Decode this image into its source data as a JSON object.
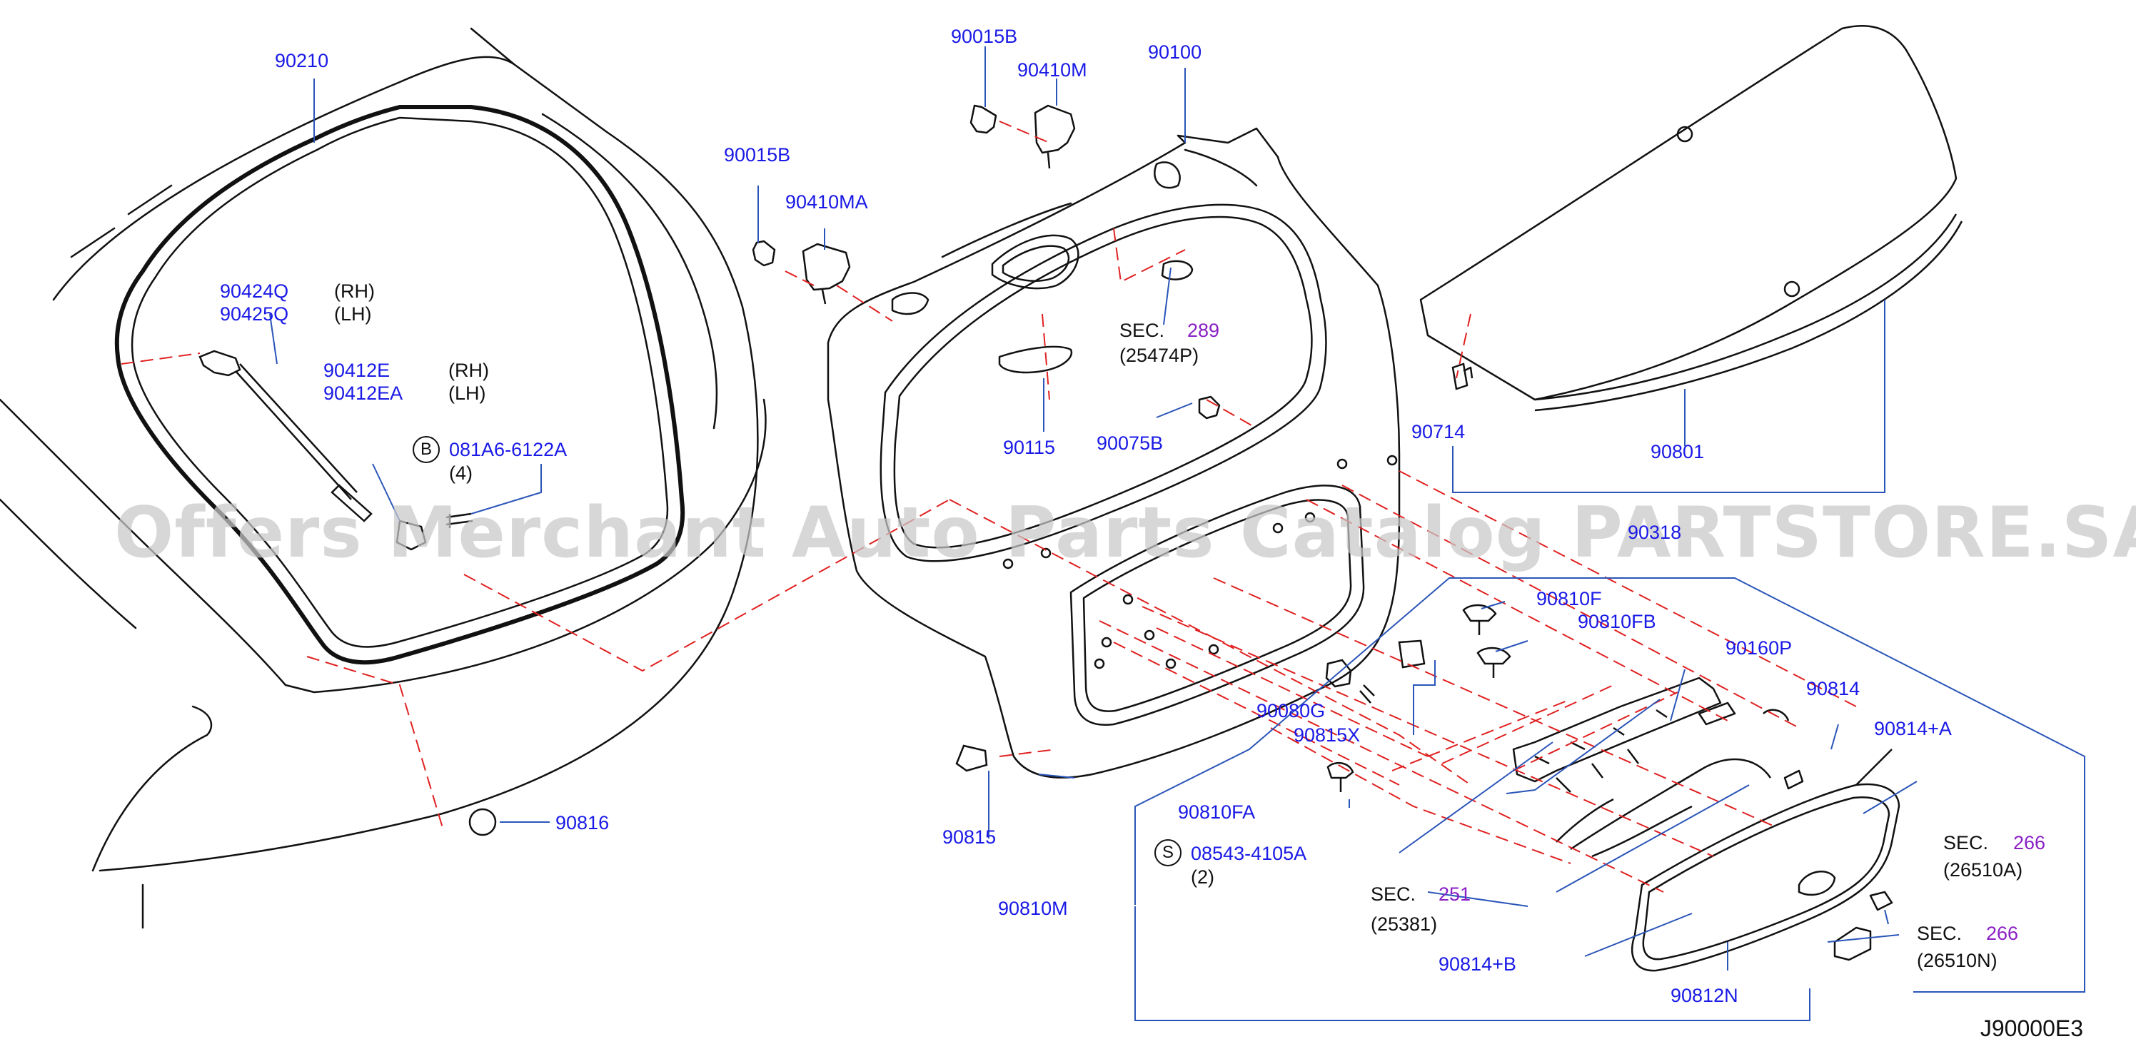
{
  "diagram": {
    "parts": {
      "p90210": "90210",
      "p90015B_a": "90015B",
      "p90410M": "90410M",
      "p90100": "90100",
      "p90015B_b": "90015B",
      "p90410MA": "90410MA",
      "p90424Q": "90424Q",
      "p90425Q": "90425Q",
      "p90412E": "90412E",
      "p90412EA": "90412EA",
      "p081A6": "081A6-6122A",
      "p90115": "90115",
      "p90075B": "90075B",
      "p90714": "90714",
      "p90801": "90801",
      "p90318": "90318",
      "p90810F": "90810F",
      "p90810FB": "90810FB",
      "p90160P": "90160P",
      "p90814": "90814",
      "p90814A": "90814+A",
      "p90080G": "90080G",
      "p90815X": "90815X",
      "p90810FA": "90810FA",
      "p90815": "90815",
      "p08543": "08543-4105A",
      "p90810M": "90810M",
      "p90814B": "90814+B",
      "p90812N": "90812N",
      "p90816": "90816"
    },
    "text": {
      "rh1": "(RH)",
      "lh1": "(LH)",
      "rh2": "(RH)",
      "lh2": "(LH)",
      "qty4": "(4)",
      "qty2": "(2)",
      "sec289_a": "SEC.",
      "sec289_b": "289",
      "sec289_c": "(25474P)",
      "sec251_a": "SEC.",
      "sec251_b": "251",
      "sec251_c": "(25381)",
      "sec266a_a": "SEC.",
      "sec266a_b": "266",
      "sec266a_c": "(26510A)",
      "sec266n_a": "SEC.",
      "sec266n_b": "266",
      "sec266n_c": "(26510N)"
    },
    "symbols": {
      "b": "B",
      "s": "S"
    },
    "watermark": "Offers Merchant Auto Parts Catalog PARTSTORE.SA",
    "diagram_code": "J90000E3",
    "colors": {
      "part_number": "#1a1ae6",
      "section_number": "#8a1fc4",
      "line": "#111111",
      "dashed": "#e02020",
      "leader": "#2a55b8"
    }
  }
}
